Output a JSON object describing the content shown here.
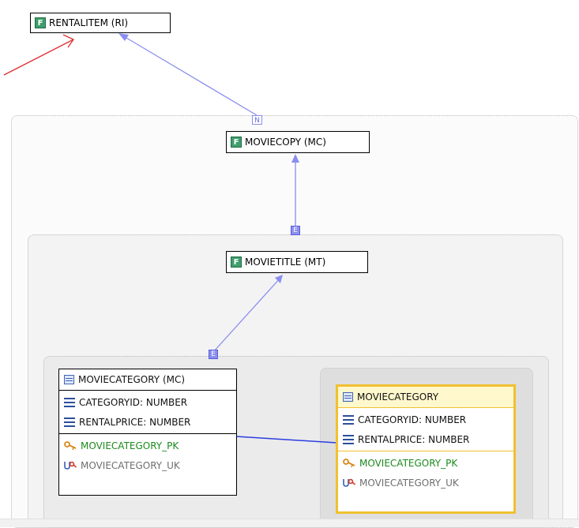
{
  "diagram": {
    "nodes": {
      "rentalitem": {
        "icon": "F",
        "label": "RENTALITEM (RI)"
      },
      "moviecopy": {
        "icon": "F",
        "label": "MOVIECOPY (MC)"
      },
      "movietitle": {
        "icon": "F",
        "label": "MOVIETITLE (MT)"
      }
    },
    "edge_markers": {
      "n": "N",
      "e1": "E",
      "e2": "E"
    },
    "tables": [
      {
        "title": "MOVIECATEGORY (MC)",
        "columns": [
          "CATEGORYID: NUMBER",
          "RENTALPRICE: NUMBER"
        ],
        "keys": [
          {
            "label": "MOVIECATEGORY_PK",
            "kind": "primary"
          },
          {
            "label": "MOVIECATEGORY_UK",
            "kind": "unique"
          }
        ]
      },
      {
        "title": "MOVIECATEGORY",
        "selected": true,
        "columns": [
          "CATEGORYID: NUMBER",
          "RENTALPRICE: NUMBER"
        ],
        "keys": [
          {
            "label": "MOVIECATEGORY_PK",
            "kind": "primary"
          },
          {
            "label": "MOVIECATEGORY_UK",
            "kind": "unique"
          }
        ]
      }
    ],
    "colors": {
      "edge": "#8a8ef0",
      "join_edge": "#2b3ee0",
      "red_edge": "#e03030",
      "selection": "#f0c030"
    }
  }
}
